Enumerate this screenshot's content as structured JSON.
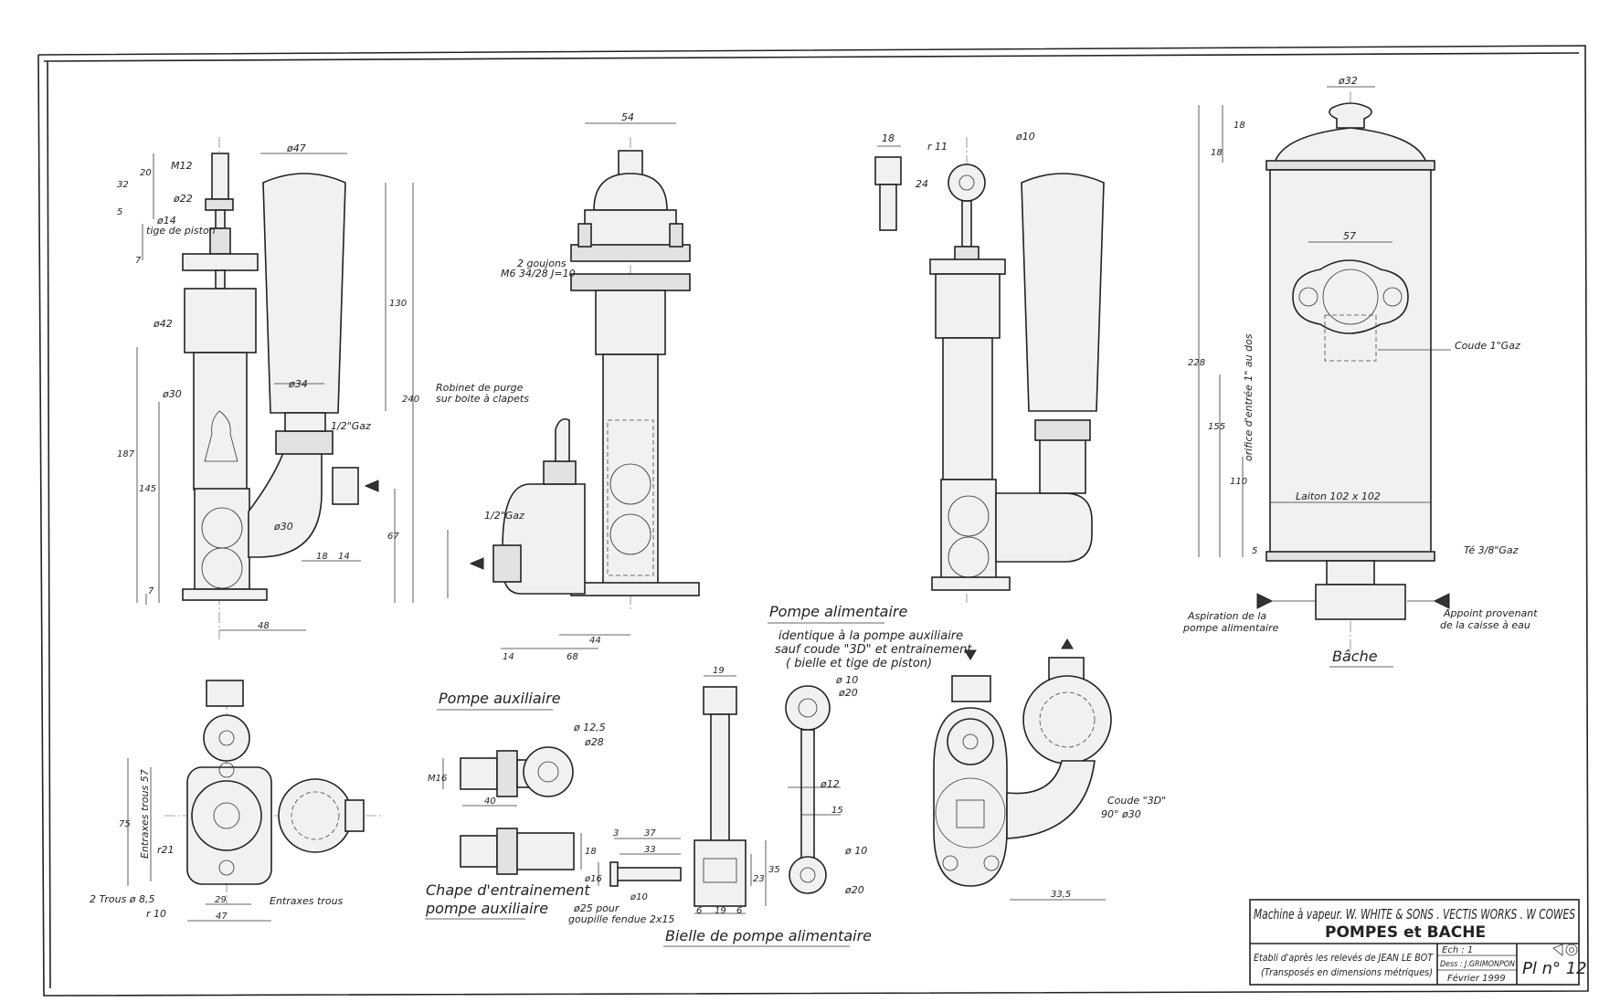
{
  "views": {
    "aux_front": {
      "labels": [
        "M12",
        "ø22",
        "ø14",
        "tige de piston",
        "ø42",
        "ø30",
        "ø47",
        "ø34",
        "1/2\"Gaz",
        "ø30"
      ],
      "dims": [
        "32",
        "20",
        "5",
        "7",
        "187",
        "145",
        "7",
        "48",
        "130",
        "240",
        "18",
        "14",
        "67"
      ]
    },
    "aux_side": {
      "labels": [
        "54",
        "2 goujons",
        "M6  34/28 J=10",
        "Robinet de purge",
        "sur boite à clapets",
        "1/2\"Gaz"
      ],
      "dims": [
        "14",
        "68",
        "44"
      ]
    },
    "feed_front": {
      "labels": [
        "18",
        "r 11",
        "ø10",
        "24"
      ]
    },
    "bache": {
      "labels": [
        "ø32",
        "18",
        "18",
        "57",
        "Coude 1\"Gaz",
        "228",
        "155",
        "110",
        "orifice d'entrée 1\" au dos",
        "Laiton 102 x 102",
        "5",
        "Té 3/8\"Gaz",
        "Aspiration de la",
        "pompe alimentaire",
        "Appoint provenant",
        "de la caisse à eau"
      ],
      "title": "Bâche"
    },
    "aux_plan": {
      "labels": [
        "Entraxes trous 57",
        "75",
        "r21",
        "2 Trous ø 8,5",
        "r 10",
        "29",
        "47",
        "Entraxes trous"
      ]
    },
    "pompe_aux": {
      "title": "Pompe auxiliaire"
    },
    "chape": {
      "labels": [
        "ø 12,5",
        "ø28",
        "M16",
        "40",
        "18",
        "3",
        "37",
        "33",
        "ø16",
        "ø10",
        "ø25 pour",
        "goupille fendue 2x15"
      ],
      "title_1": "Chape d'entrainement",
      "title_2": "pompe auxiliaire"
    },
    "feed_note": {
      "title": "Pompe alimentaire",
      "lines": [
        "identique à la pompe auxiliaire",
        "sauf coude \"3D\" et entrainement",
        "( bielle et tige de piston)"
      ]
    },
    "bielle": {
      "labels": [
        "19",
        "ø 10",
        "ø20",
        "ø12",
        "15",
        "ø 10",
        "ø20",
        "23",
        "35",
        "6",
        "19",
        "6"
      ],
      "title": "Bielle de pompe alimentaire"
    },
    "feed_plan": {
      "labels": [
        "Coude \"3D\"",
        "90° ø30",
        "33,5"
      ]
    }
  },
  "title_block": {
    "line1": "Machine à vapeur. W. WHITE & SONS . VECTIS WORKS . W COWES",
    "line2": "POMPES et BACHE",
    "line3a": "Etabli d'après les relevés de JEAN LE BOT",
    "line3b": "(Transposés en dimensions métriques)",
    "ech": "Ech : 1",
    "dess": "Dess : J.GRIMONPON",
    "date": "Février 1999",
    "sheet": "Pl n° 12"
  }
}
